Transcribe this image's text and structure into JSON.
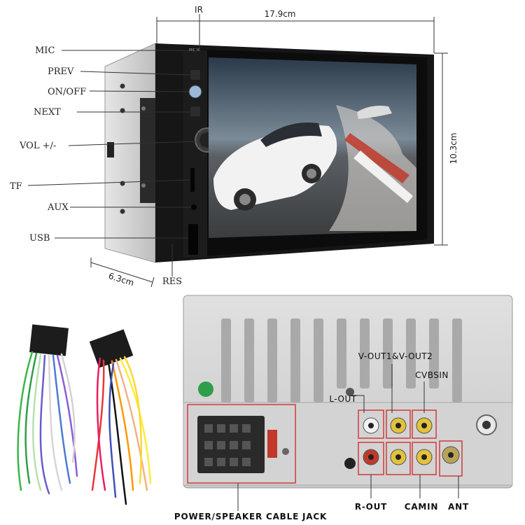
{
  "front_labels": {
    "mic": "MIC",
    "prev": "PREV",
    "onoff": "ON/OFF",
    "next": "NEXT",
    "vol": "VOL +/-",
    "tf": "TF",
    "aux": "AUX",
    "usb": "USB",
    "res": "RES",
    "ir": "IR"
  },
  "dimensions": {
    "width": "17.9cm",
    "height": "10.3cm",
    "depth": "6.3cm"
  },
  "rear_labels": {
    "vout": "V-OUT1&V-OUT2",
    "cvbsin": "CVBSIN",
    "lout": "L-OUT",
    "rout": "R-OUT",
    "camin": "CAMIN",
    "ant": "ANT",
    "power": "POWER/SPEAKER CABLE JACK"
  },
  "colors": {
    "highlight_box": "#d23a3a",
    "rca_red": "#c0392b",
    "rca_yellow": "#e2c23b",
    "rca_white": "#f2f2f2",
    "chassis": "#d8d8d8",
    "bezel": "#1a1a1a"
  }
}
